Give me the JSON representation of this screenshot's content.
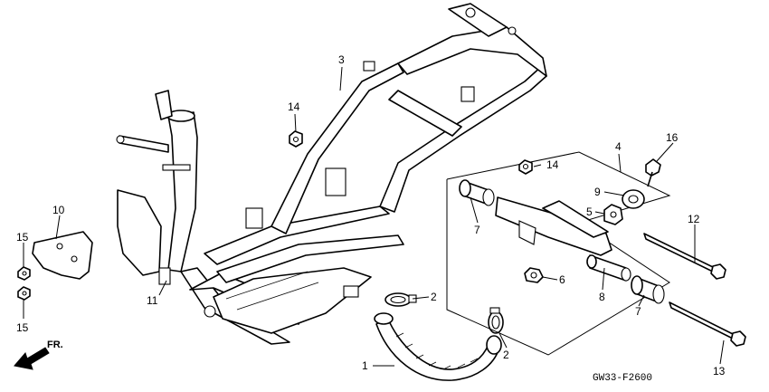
{
  "diagram_code": "GW33-F2600",
  "front_indicator": "FR.",
  "callouts": [
    {
      "id": "c1",
      "text": "1"
    },
    {
      "id": "c2a",
      "text": "2"
    },
    {
      "id": "c2b",
      "text": "2"
    },
    {
      "id": "c3",
      "text": "3"
    },
    {
      "id": "c4",
      "text": "4"
    },
    {
      "id": "c5",
      "text": "5"
    },
    {
      "id": "c6",
      "text": "6"
    },
    {
      "id": "c7a",
      "text": "7"
    },
    {
      "id": "c7b",
      "text": "7"
    },
    {
      "id": "c8",
      "text": "8"
    },
    {
      "id": "c9",
      "text": "9"
    },
    {
      "id": "c10",
      "text": "10"
    },
    {
      "id": "c11",
      "text": "11"
    },
    {
      "id": "c12",
      "text": "12"
    },
    {
      "id": "c13",
      "text": "13"
    },
    {
      "id": "c14a",
      "text": "14"
    },
    {
      "id": "c14b",
      "text": "14"
    },
    {
      "id": "c15a",
      "text": "15"
    },
    {
      "id": "c15b",
      "text": "15"
    },
    {
      "id": "c16",
      "text": "16"
    }
  ]
}
